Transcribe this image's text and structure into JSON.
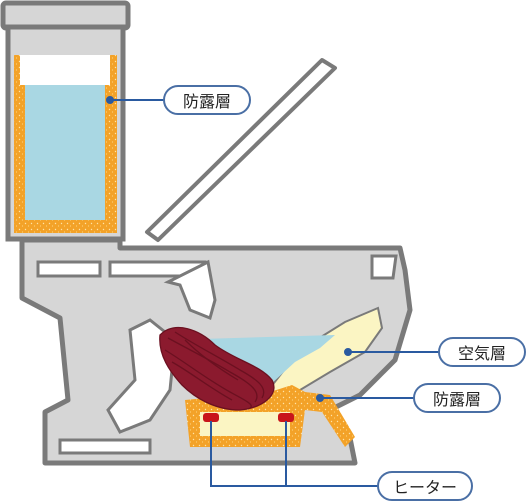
{
  "labels": {
    "tank_insulation": "防露層",
    "air_layer": "空気層",
    "bowl_insulation": "防露層",
    "heater": "ヒーター"
  },
  "colors": {
    "outline": "#7a7a7a",
    "body_fill": "#d6d6d6",
    "water": "#a9d7e3",
    "insulation": "#f3a228",
    "air": "#fbf5c3",
    "heater": "#c8151b",
    "waste": "#6b1020",
    "leader_line": "#2a5aa0",
    "label_border": "#4a6fa5"
  },
  "icons": {
    "heater_marker": "red-rounded-rectangle",
    "waste": "scribble-mass"
  }
}
